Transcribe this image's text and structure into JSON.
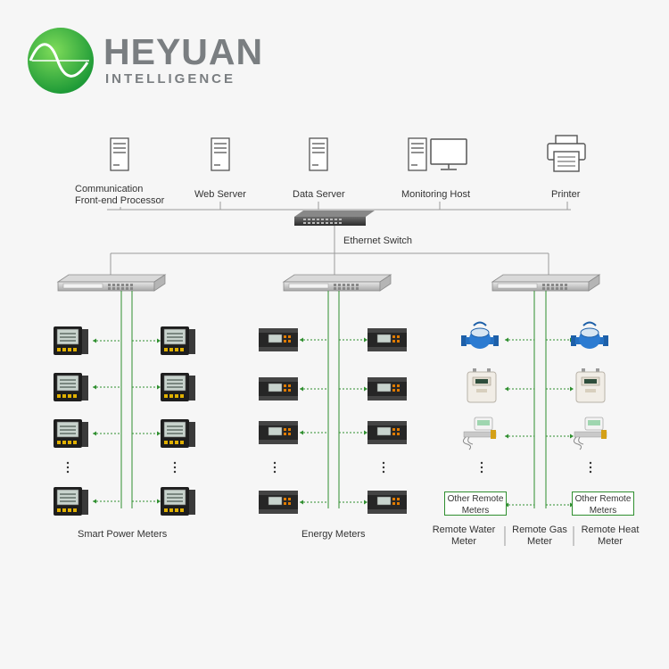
{
  "brand": {
    "name": "HEYUAN",
    "tagline": "INTELLIGENCE",
    "color": "#7a7e81",
    "logo_color": "#3cb54a"
  },
  "top_devices": [
    {
      "label_line1": "Communication",
      "label_line2": "Front-end Processor",
      "icon": "server-icon"
    },
    {
      "label_line1": "Web Server",
      "icon": "server-icon"
    },
    {
      "label_line1": "Data Server",
      "icon": "server-icon"
    },
    {
      "label_line1": "Monitoring Host",
      "icon": "monitor-host-icon"
    },
    {
      "label_line1": "Printer",
      "icon": "printer-icon"
    }
  ],
  "switch": {
    "label": "Ethernet Switch"
  },
  "groups": [
    {
      "label": "Smart Power Meters",
      "device_icon": "power-meter-icon"
    },
    {
      "label": "Energy Meters",
      "device_icon": "energy-meter-icon"
    }
  ],
  "remote_meters": {
    "other_box_label": "Other Remote Meters",
    "labels": [
      "Remote Water Meter",
      "Remote Gas Meter",
      "Remote Heat Meter"
    ]
  },
  "colors": {
    "bus_line": "#2f8f2f",
    "backbone": "#9a9a9a"
  }
}
